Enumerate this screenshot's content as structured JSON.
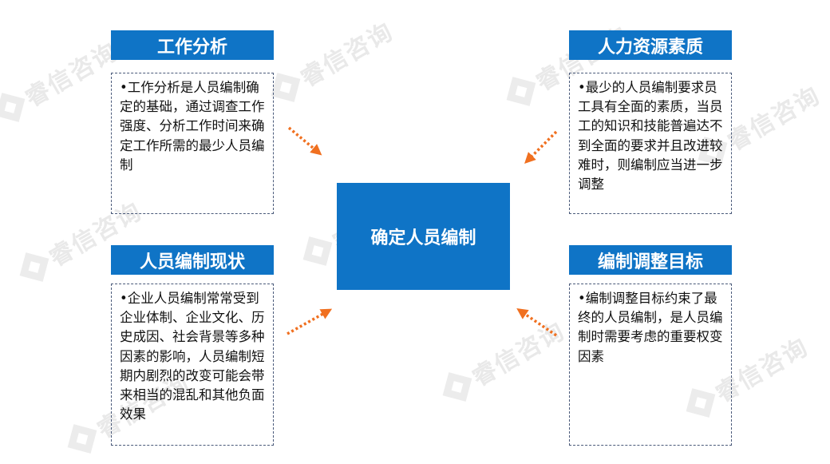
{
  "watermark": {
    "text": "睿信咨询"
  },
  "center": {
    "label": "确定人员编制"
  },
  "panels": {
    "top_left": {
      "title": "工作分析",
      "body": "•工作分析是人员编制确定的基础，通过调查工作强度、分析工作时间来确定工作所需的最少人员编制"
    },
    "top_right": {
      "title": "人力资源素质",
      "body": "•最少的人员编制要求员工具有全面的素质，当员工的知识和技能普遍达不到全面的要求并且改进较难时，则编制应当进一步调整"
    },
    "bottom_left": {
      "title": "人员编制现状",
      "body": "•企业人员编制常常受到企业体制、企业文化、历史成因、社会背景等多种因素的影响，人员编制短期内剧烈的改变可能会带来相当的混乱和其他负面效果"
    },
    "bottom_right": {
      "title": "编制调整目标",
      "body": "•编制调整目标约束了最终的人员编制，是人员编制时需要考虑的重要权变因素"
    }
  },
  "colors": {
    "header_blue": "#0f74c6",
    "arrow_orange": "#f07020",
    "border_dashed": "#4a5a7a"
  }
}
